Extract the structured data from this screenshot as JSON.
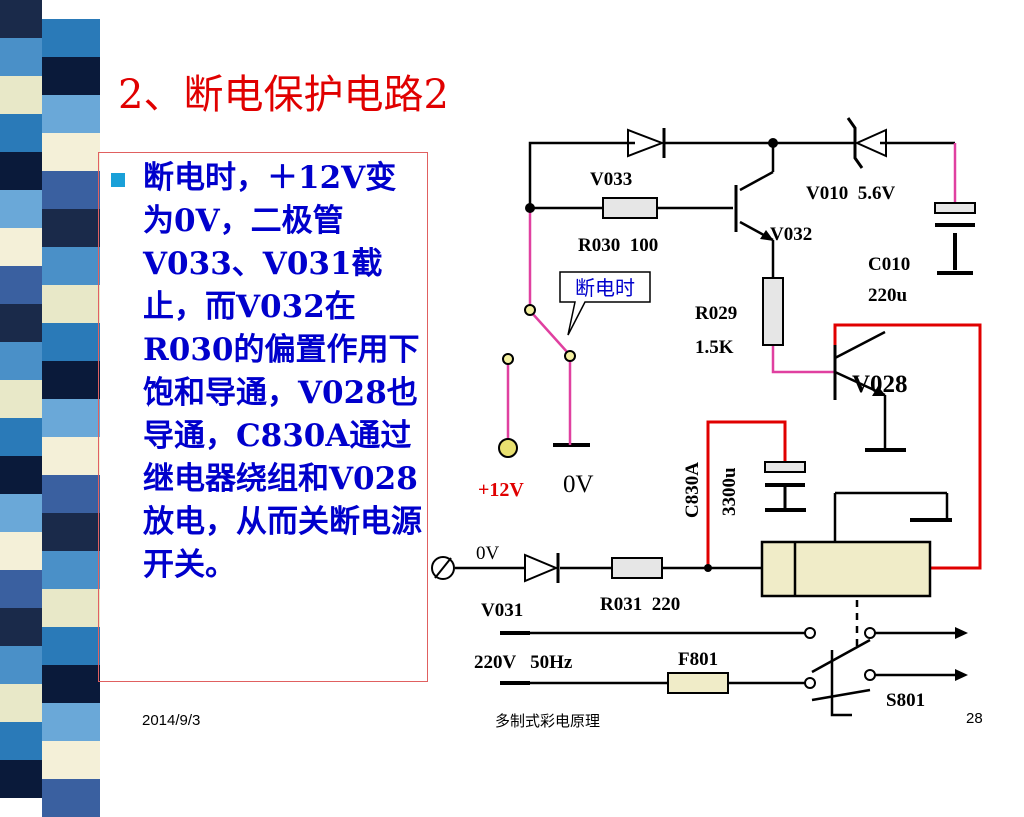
{
  "title": "2、断电保护电路2",
  "body_text": "断电时，＋12V变为0V，二极管V033、V031截止，而V032在R030的偏置作用下饱和导通，V028也导通，C830A通过继电器绕组和V028放电，从而关断电源开关。",
  "footer": {
    "date": "2014/9/3",
    "center": "多制式彩电原理",
    "page": "28"
  },
  "circuit_labels": {
    "v033": "V033",
    "r030": "R030  100",
    "v032": "V032",
    "v010": "V010  5.6V",
    "c010": "C010",
    "c010_value": "220u",
    "power_off_callout": "断电时",
    "r029": "R029",
    "r029_value": "1.5K",
    "v028": "V028",
    "plus12v": "+12V",
    "zero_v_right": "0V",
    "c830a": "C830A",
    "c830a_value": "3300u",
    "zero_v_left": "0V",
    "v031": "V031",
    "r031": "R031  220",
    "mains": "220V   50Hz",
    "f801": "F801",
    "s801": "S801"
  },
  "colors": {
    "title": "#e00000",
    "body_text": "#0000cc",
    "wire_black": "#000000",
    "wire_pink": "#e040a0",
    "wire_red": "#e00000",
    "component_fill": "#e6e6e6",
    "relay_fill": "#f0ecc8",
    "bullet": "#1aa0d8"
  }
}
